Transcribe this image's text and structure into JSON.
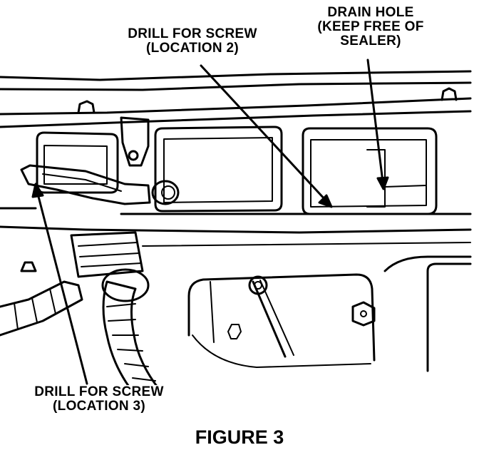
{
  "labels": {
    "location2": [
      "DRILL FOR SCREW",
      "(LOCATION 2)"
    ],
    "drain_hole": [
      "DRAIN HOLE",
      "(KEEP FREE OF",
      "SEALER)"
    ],
    "location3": [
      "DRILL FOR SCREW",
      "(LOCATION 3)"
    ]
  },
  "caption": "FIGURE 3",
  "colors": {
    "ink": "#000000",
    "paper": "#ffffff"
  }
}
